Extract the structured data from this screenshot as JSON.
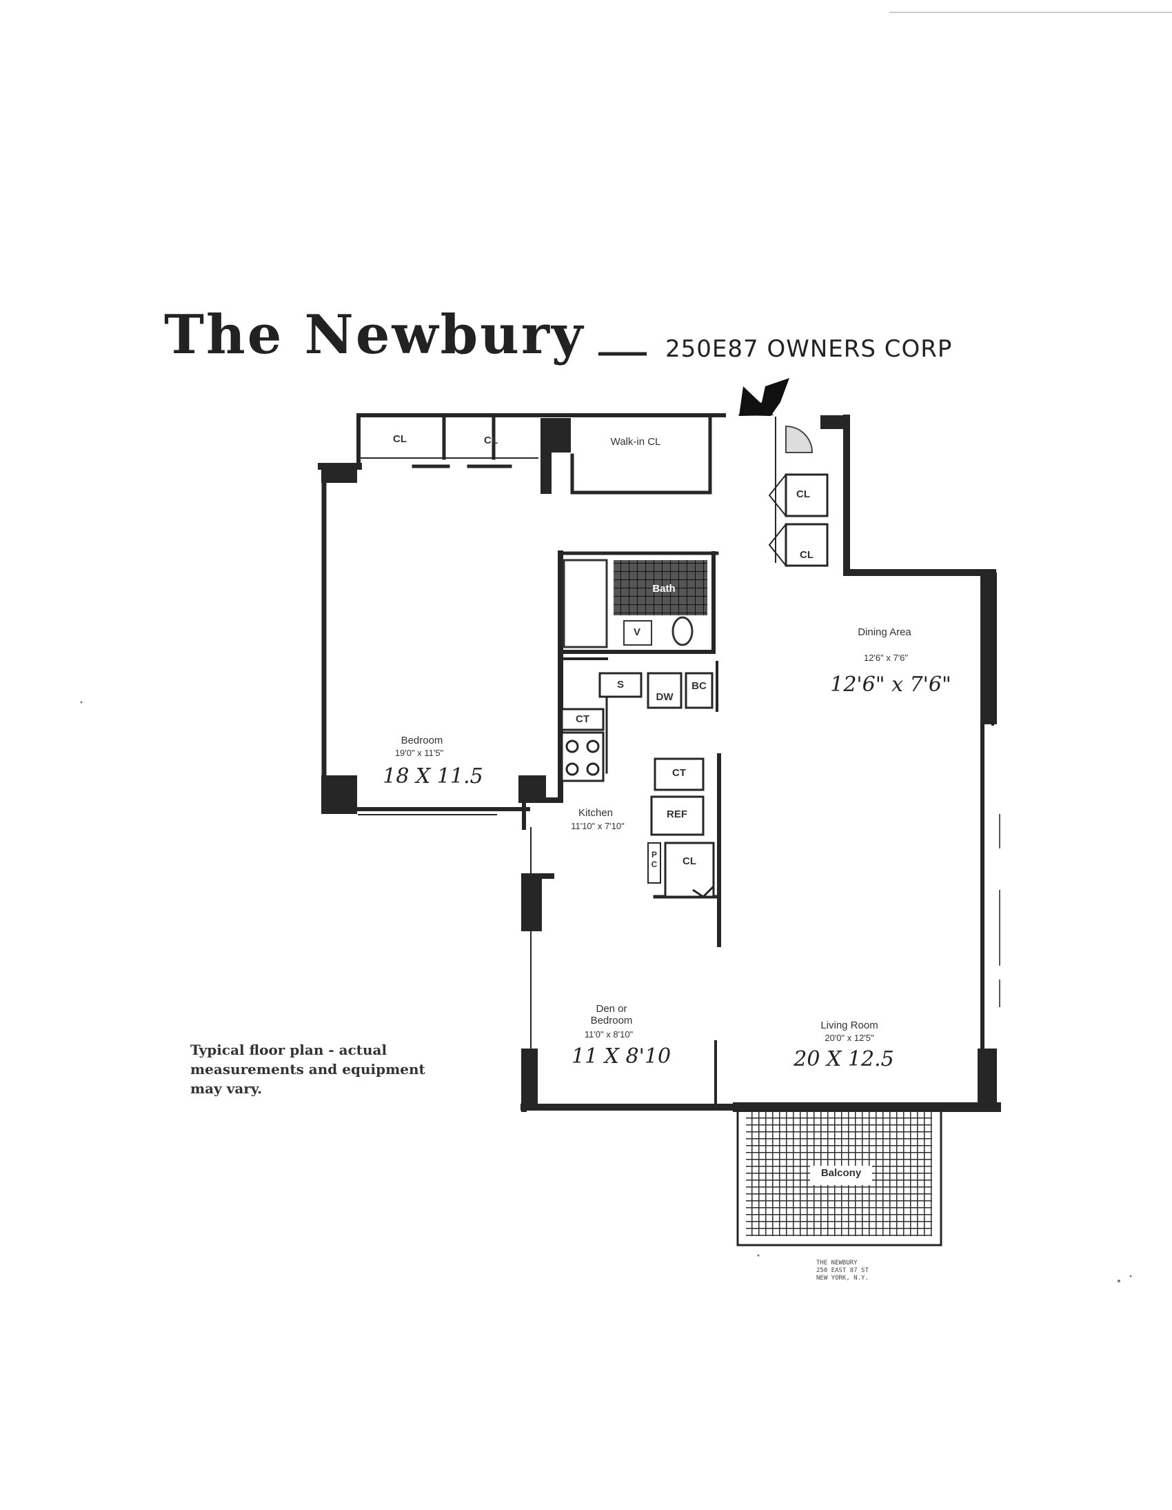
{
  "header": {
    "title": "The Newbury",
    "dash": "—",
    "subtitle": "250E87 OWNERS CORP"
  },
  "note": "Typical floor plan - actual measurements and equipment may vary.",
  "rooms": {
    "bedroom": {
      "name": "Bedroom",
      "dims": "19'0\" x 11'5\"",
      "handwritten": "18 X 11.5"
    },
    "dining": {
      "name": "Dining Area",
      "dims": "12'6\" x 7'6\"",
      "handwritten": "12'6\" x 7'6\""
    },
    "kitchen": {
      "name": "Kitchen",
      "dims": "11'10\" x 7'10\""
    },
    "den": {
      "name": "Den or Bedroom",
      "dims": "11'0\" x 8'10\"",
      "handwritten": "11 X 8'10"
    },
    "living": {
      "name": "Living Room",
      "dims": "20'0\" x 12'5\"",
      "handwritten": "20 X 12.5"
    },
    "bath": {
      "name": "Bath"
    },
    "walkin": {
      "name": "Walk-in CL"
    },
    "balcony": {
      "name": "Balcony"
    }
  },
  "fixtures": {
    "closet": "CL",
    "vanity": "V",
    "sink": "S",
    "dishwasher": "DW",
    "broom_closet": "BC",
    "counter": "CT",
    "refrigerator": "REF",
    "pantry": "P C"
  },
  "footer": {
    "line1": "THE NEWBURY",
    "line2": "250 EAST 87 ST",
    "line3": "NEW YORK, N.Y."
  },
  "colors": {
    "wall": "#262626",
    "line": "#333333",
    "paper": "#ffffff"
  }
}
